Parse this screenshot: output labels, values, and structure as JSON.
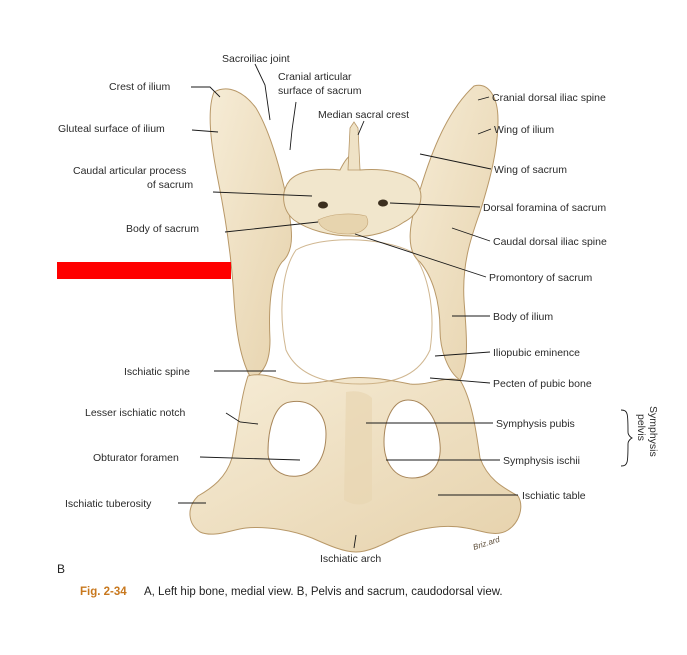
{
  "labels": {
    "sacroiliac_joint": "Sacroiliac joint",
    "cranial_articular_surface_l1": "Cranial articular",
    "cranial_articular_surface_l2": "surface of sacrum",
    "median_sacral_crest": "Median sacral crest",
    "crest_of_ilium": "Crest of ilium",
    "gluteal_surface": "Gluteal surface of ilium",
    "caudal_articular_process_l1": "Caudal articular process",
    "caudal_articular_process_l2": "of sacrum",
    "body_of_sacrum": "Body of sacrum",
    "cranial_dorsal_iliac_spine": "Cranial dorsal iliac spine",
    "wing_of_ilium": "Wing of ilium",
    "wing_of_sacrum": "Wing of sacrum",
    "dorsal_foramina": "Dorsal foramina of sacrum",
    "caudal_dorsal_iliac_spine": "Caudal dorsal iliac spine",
    "promontory": "Promontory of sacrum",
    "body_of_ilium": "Body of ilium",
    "iliopubic_eminence": "Iliopubic eminence",
    "ischiatic_spine": "Ischiatic spine",
    "pecten_of_pubic_bone": "Pecten of pubic bone",
    "lesser_ischiatic_notch": "Lesser ischiatic notch",
    "symphysis_pubis": "Symphysis pubis",
    "obturator_foramen": "Obturator foramen",
    "symphysis_ischii": "Symphysis ischii",
    "ischiatic_tuberosity": "Ischiatic tuberosity",
    "ischiatic_table": "Ischiatic table",
    "ischiatic_arch": "Ischiatic arch",
    "symphysis_pelvis_l1": "Symphysis",
    "symphysis_pelvis_l2": "pelvis"
  },
  "panel_letter": "B",
  "caption": {
    "fig_number": "Fig. 2-34",
    "text": "A, Left hip bone, medial view. B, Pelvis and sacrum, caudodorsal view."
  },
  "colors": {
    "bone_fill": "#efe2c6",
    "bone_shadow": "#c9ab7c",
    "redaction_bar": "#ff0000",
    "caption_fig_number": "#c8781e"
  }
}
